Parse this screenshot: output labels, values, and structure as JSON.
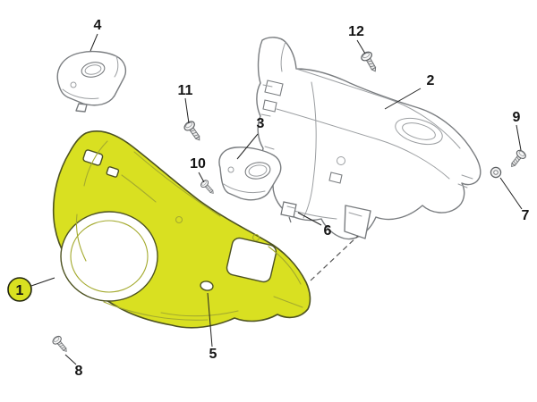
{
  "diagram": {
    "background": "#ffffff",
    "colors": {
      "highlight": "#d9e021",
      "highlight_outline": "#4d5220",
      "line_gray": "#7a7d80",
      "callout_text": "#141414"
    },
    "callouts": [
      {
        "number": "1",
        "highlighted": true
      },
      {
        "number": "2"
      },
      {
        "number": "3"
      },
      {
        "number": "4"
      },
      {
        "number": "5"
      },
      {
        "number": "6"
      },
      {
        "number": "7"
      },
      {
        "number": "8"
      },
      {
        "number": "9"
      },
      {
        "number": "10"
      },
      {
        "number": "11"
      },
      {
        "number": "12"
      }
    ]
  }
}
